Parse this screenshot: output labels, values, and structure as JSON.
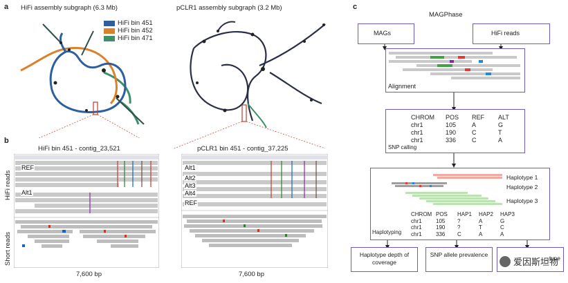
{
  "panel_a": {
    "letter": "a",
    "hifi_title": "HiFi assembly subgraph (6.3 Mb)",
    "pclr_title": "pCLR1 assembly subgraph (3.2 Mb)",
    "legend": [
      {
        "label": "HiFi bin 451",
        "color": "#2d5e9e"
      },
      {
        "label": "HiFi bin 452",
        "color": "#d9822b"
      },
      {
        "label": "HiFi bin 471",
        "color": "#3f8f6a"
      }
    ]
  },
  "panel_b": {
    "letter": "b",
    "left_title": "HiFi bin 451 - contig_23,521",
    "right_title": "pCLR1 bin 451 - contig_37,225",
    "left_labels": [
      "REF",
      "Alt1"
    ],
    "right_labels": [
      "Alt1",
      "Alt2",
      "Alt3",
      "Alt4",
      "REF"
    ],
    "hifi_reads_label": "HiFi reads",
    "short_reads_label": "Short reads",
    "left_scale": "7,600 bp",
    "right_scale": "7,600 bp"
  },
  "panel_c": {
    "letter": "c",
    "title": "MAGPhase",
    "mags": "MAGs",
    "hifi_reads": "HiFi reads",
    "alignment": "Alignment",
    "snp_calling": "SNP calling",
    "snp_header": [
      "CHROM",
      "POS",
      "REF",
      "ALT"
    ],
    "snp_rows": [
      [
        "chr1",
        "105",
        "A",
        "G"
      ],
      [
        "chr1",
        "190",
        "C",
        "T"
      ],
      [
        "chr1",
        "336",
        "C",
        "A"
      ]
    ],
    "haplotype_labels": [
      "Haplotype 1",
      "Haplotype 2",
      "Haplotype 3"
    ],
    "hap_header": [
      "CHROM",
      "POS",
      "HAP1",
      "HAP2",
      "HAP3"
    ],
    "hap_rows": [
      [
        "chr1",
        "105",
        "?",
        "A",
        "G"
      ],
      [
        "chr1",
        "190",
        "?",
        "T",
        "C"
      ],
      [
        "chr1",
        "336",
        "C",
        "A",
        "A"
      ]
    ],
    "haplotyping": "Haplotyping",
    "out1": "Haplotype depth of coverage",
    "out2": "SNP allele prevalence",
    "out3": "…type"
  },
  "watermark": "爱因斯坦物"
}
